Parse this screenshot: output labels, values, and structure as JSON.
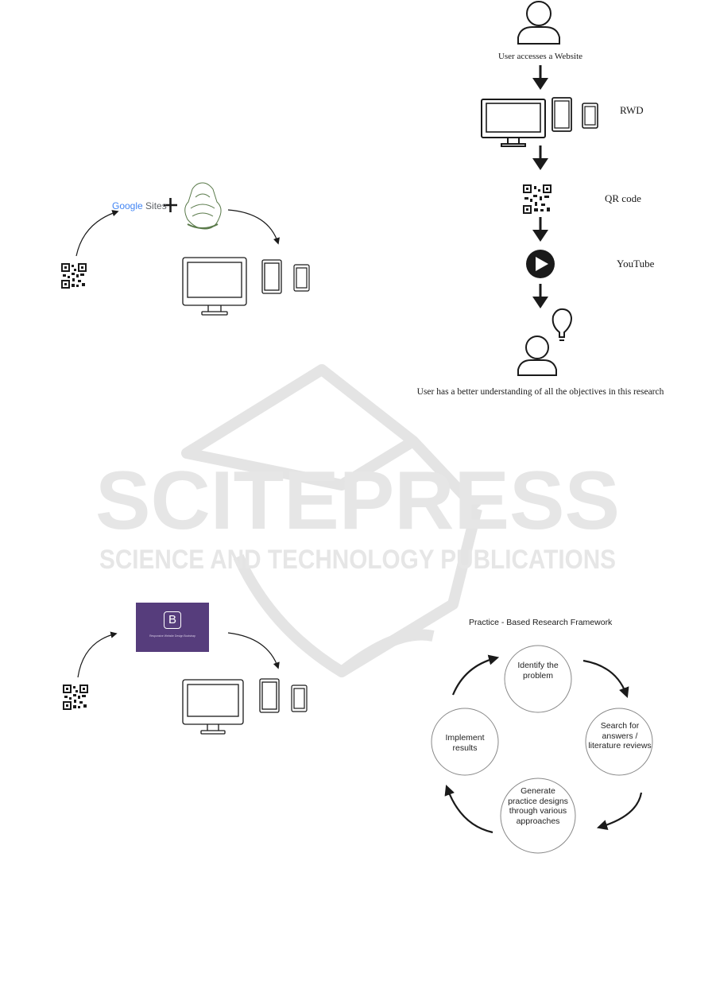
{
  "watermark": {
    "title": "SCITEPRESS",
    "subtitle": "SCIENCE AND TECHNOLOGY PUBLICATIONS"
  },
  "fig_google_sites": {
    "logo_google": "Google",
    "logo_sites": "Sites"
  },
  "fig_flow": {
    "step1": "User accesses a Website",
    "rwd_label": "RWD",
    "qr_label": "QR code",
    "youtube_label": "YouTube",
    "result": "User has a better understanding of all the objectives in this research"
  },
  "fig_bootstrap": {
    "logo_letter": "B",
    "logo_caption": "Responsive Website Design Bootstrap"
  },
  "framework": {
    "title": "Practice - Based Research Framework",
    "steps": [
      "Identify the problem",
      "Search for answers / literature reviews",
      "Generate practice designs through various approaches",
      "Implement results"
    ]
  },
  "colors": {
    "bootstrap_purple": "#563d7c",
    "watermark_gray": "#e6e6e6",
    "line": "#1a1a1a"
  }
}
